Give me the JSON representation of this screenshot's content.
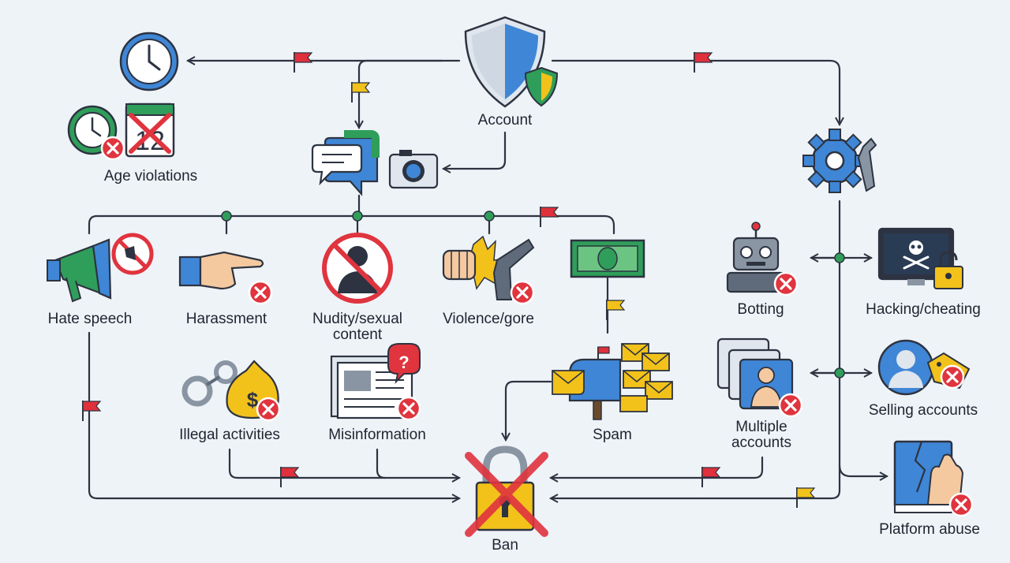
{
  "nodes": {
    "account": "Account",
    "age": "Age violations",
    "hate": "Hate speech",
    "harassment": "Harassment",
    "nudity": "Nudity/sexual content",
    "violence": "Violence/gore",
    "illegal": "Illegal activities",
    "misinfo": "Misinformation",
    "spam": "Spam",
    "botting": "Botting",
    "hacking": "Hacking/cheating",
    "multiple": "Multiple accounts",
    "selling": "Selling accounts",
    "abuse": "Platform abuse",
    "ban": "Ban"
  },
  "icons": {
    "account": "shield-icon",
    "age": "clock-calendar-icon",
    "content": "chat-camera-icon",
    "hate": "megaphone-icon",
    "harassment": "pointing-hand-icon",
    "nudity": "prohibited-person-icon",
    "violence": "fist-gun-icon",
    "money": "money-icon",
    "illegal": "handcuffs-moneybag-icon",
    "misinfo": "newspaper-icon",
    "spam": "mailbox-icon",
    "settings": "gear-wrench-icon",
    "botting": "robot-icon",
    "hacking": "skull-monitor-icon",
    "multiple": "profiles-icon",
    "selling": "account-tag-icon",
    "abuse": "broken-book-icon",
    "ban": "lock-x-icon",
    "flag": "flag-icon"
  },
  "colors": {
    "line": "#2d3340",
    "flag_red": "#e0303b",
    "flag_yellow": "#f2c21b",
    "node_dot": "#2f9e5a",
    "x_red": "#e0343e",
    "shield_blue": "#3f86d6"
  }
}
